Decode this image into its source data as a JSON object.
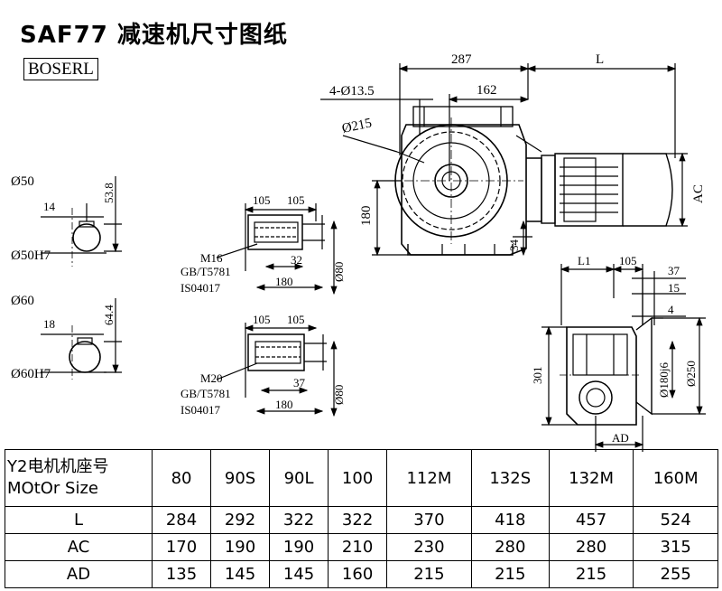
{
  "title": "SAF77 减速机尺寸图纸",
  "brand": "BOSERL",
  "dims": {
    "d287": "287",
    "dL": "L",
    "d4x135": "4-Ø13.5",
    "d162": "162",
    "d215": "Ø215",
    "d180": "180",
    "d34": "34",
    "dAC": "AC",
    "shaft1_dia": "Ø50",
    "shaft1_w": "14",
    "shaft1_h": "53.8",
    "shaft1_bore": "Ø50H7",
    "shaft2_dia": "Ø60",
    "shaft2_w": "18",
    "shaft2_h": "64.4",
    "shaft2_bore": "Ø60H7",
    "s1_105a": "105",
    "s1_105b": "105",
    "s1_m": "M16",
    "s1_gb": "GB/T5781",
    "s1_iso": "IS04017",
    "s1_32": "32",
    "s1_180": "180",
    "s1_d80": "Ø80",
    "s2_105a": "105",
    "s2_105b": "105",
    "s2_m": "M20",
    "s2_gb": "GB/T5781",
    "s2_iso": "IS04017",
    "s2_37": "37",
    "s2_180": "180",
    "s2_d80": "Ø80",
    "v_L1": "L1",
    "v_105": "105",
    "v_37": "37",
    "v_15": "15",
    "v_4": "4",
    "v_301": "301",
    "v_d180": "Ø180j6",
    "v_d250": "Ø250",
    "v_AD": "AD"
  },
  "table": {
    "header_line1": "Y2电机机座号",
    "header_line2": "MOtOr Size",
    "sizes": [
      "80",
      "90S",
      "90L",
      "100",
      "112M",
      "132S",
      "132M",
      "160M"
    ],
    "rows": [
      {
        "label": "L",
        "values": [
          "284",
          "292",
          "322",
          "322",
          "370",
          "418",
          "457",
          "524"
        ]
      },
      {
        "label": "AC",
        "values": [
          "170",
          "190",
          "190",
          "210",
          "230",
          "280",
          "280",
          "315"
        ]
      },
      {
        "label": "AD",
        "values": [
          "135",
          "145",
          "145",
          "160",
          "215",
          "215",
          "215",
          "255"
        ]
      }
    ]
  }
}
